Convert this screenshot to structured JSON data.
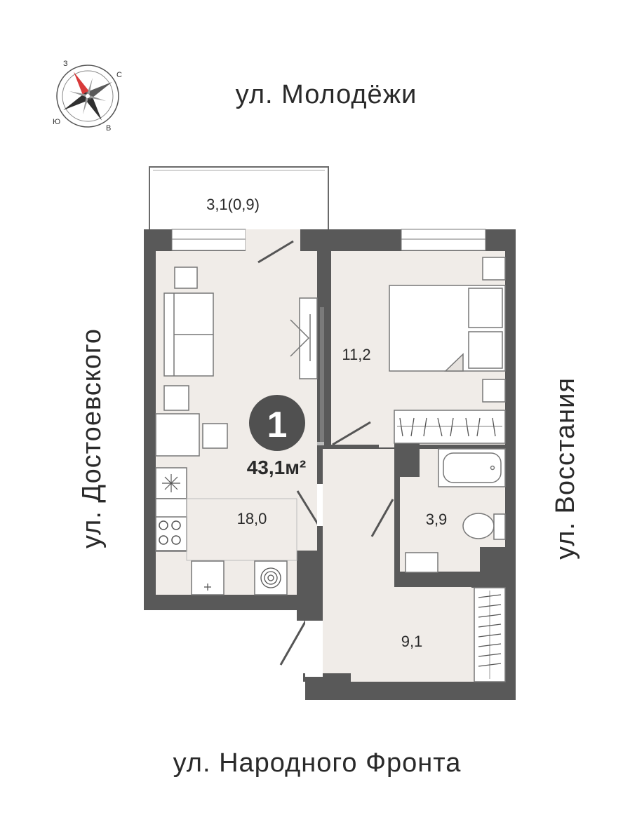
{
  "streets": {
    "north": "ул. Молодёжи",
    "south": "ул. Народного Фронта",
    "west": "ул. Достоевского",
    "east": "ул. Восстания"
  },
  "compass": {
    "n": "С",
    "e": "В",
    "s": "Ю",
    "w": "З"
  },
  "apartment": {
    "rooms": "1",
    "area": "43,1м²"
  },
  "room_areas": {
    "balcony": "3,1(0,9)",
    "bedroom": "11,2",
    "living_kitchen": "18,0",
    "bathroom": "3,9",
    "hall": "9,1"
  },
  "colors": {
    "wall": "#595959",
    "floor": "#f0ece8",
    "badge": "#505050",
    "compass_red": "#d83a3a"
  }
}
